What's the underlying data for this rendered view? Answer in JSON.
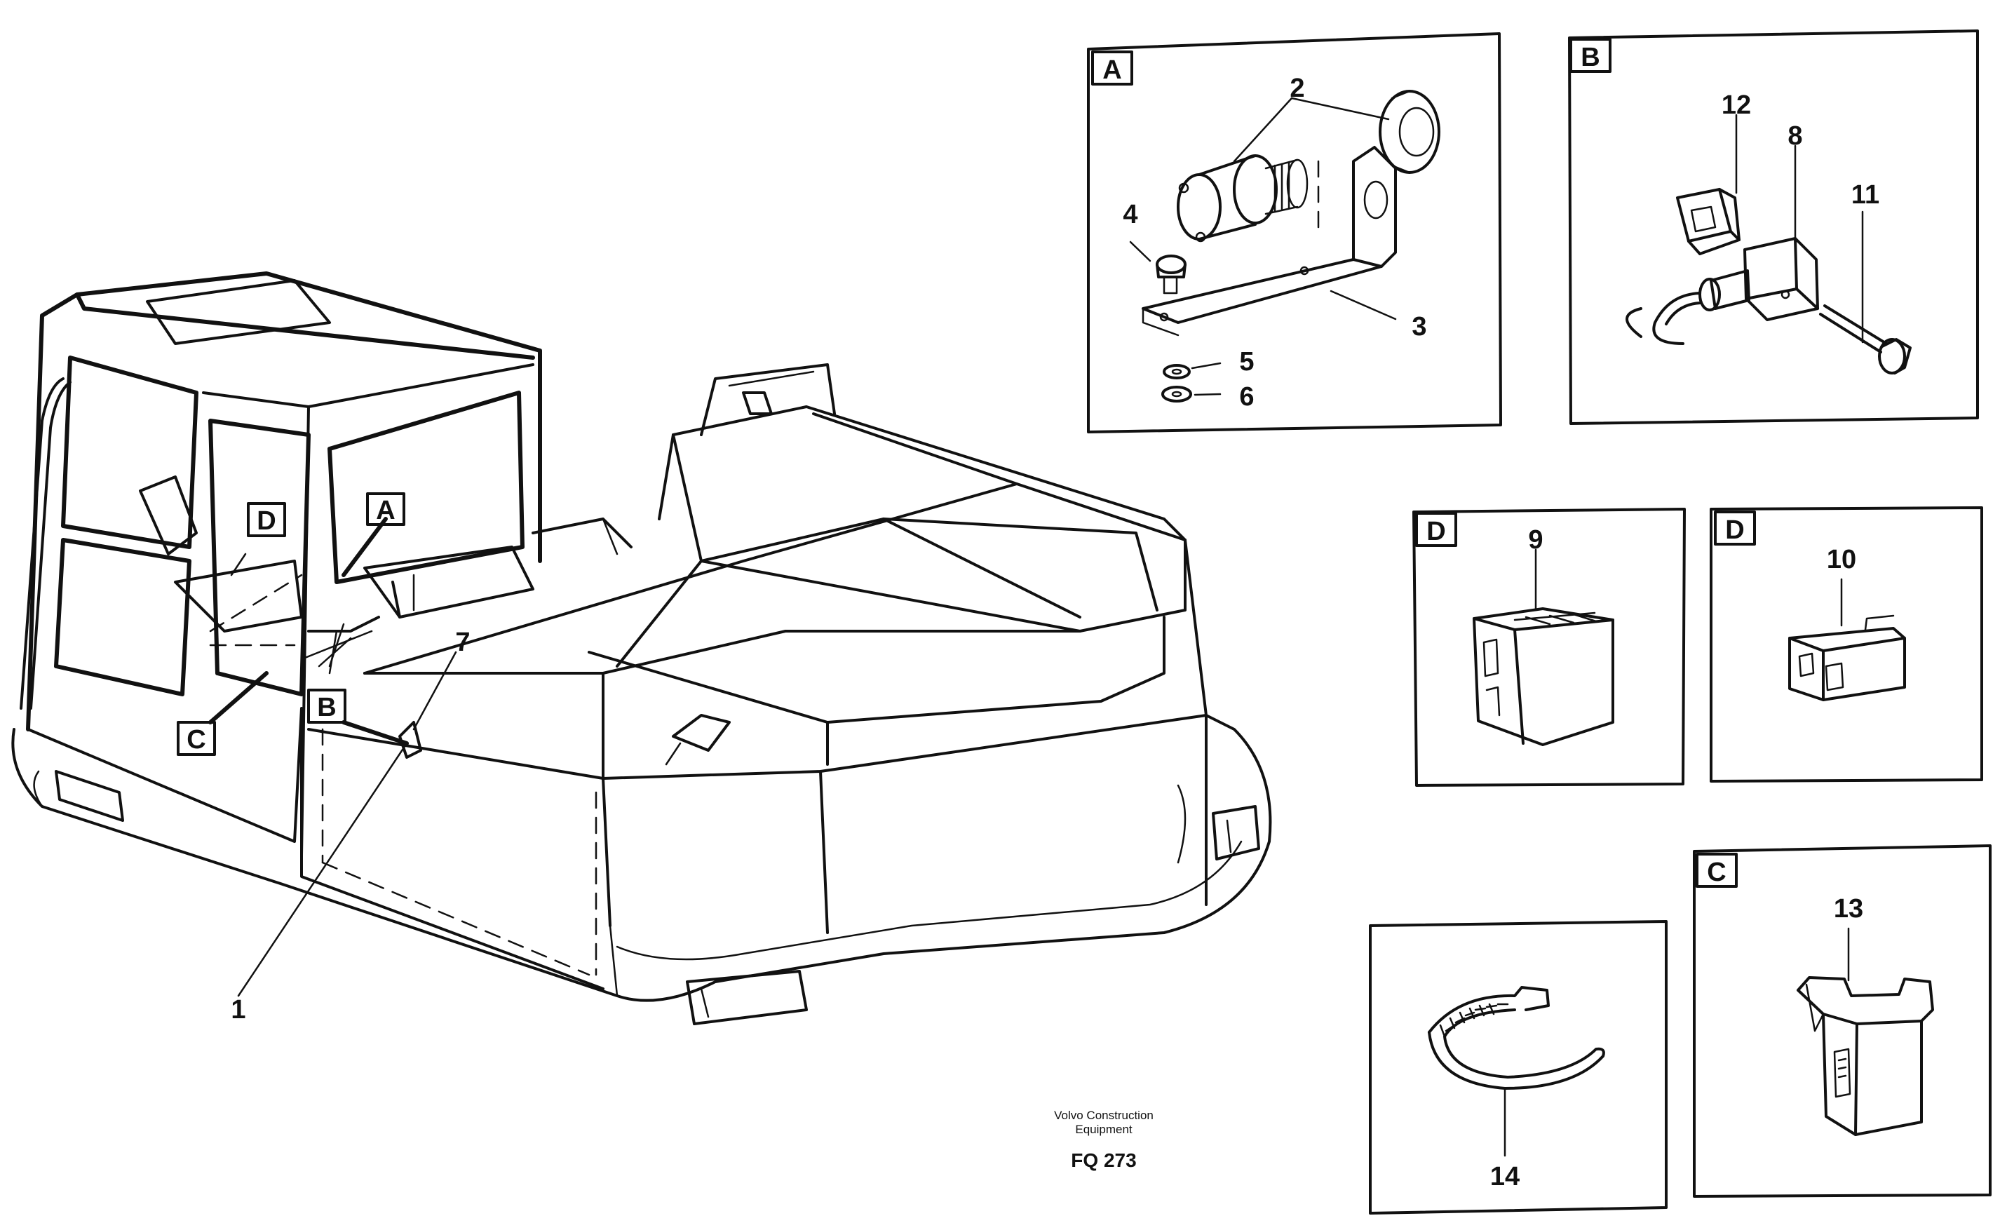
{
  "diagram": {
    "panels": {
      "A": {
        "letter": "A",
        "parts": [
          "2",
          "3",
          "4",
          "5",
          "6"
        ]
      },
      "B": {
        "letter": "B",
        "parts": [
          "12",
          "8",
          "11"
        ]
      },
      "D1": {
        "letter": "D",
        "parts": [
          "9"
        ]
      },
      "D2": {
        "letter": "D",
        "parts": [
          "10"
        ]
      },
      "C": {
        "letter": "C",
        "parts": [
          "13"
        ]
      },
      "tie": {
        "parts": [
          "14"
        ]
      }
    },
    "callouts": {
      "A": "A",
      "B": "B",
      "C": "C",
      "D": "D",
      "part_1": "1",
      "part_7": "7"
    },
    "footer": {
      "maker_line1": "Volvo Construction",
      "maker_line2": "Equipment",
      "code": "FQ 273"
    }
  }
}
